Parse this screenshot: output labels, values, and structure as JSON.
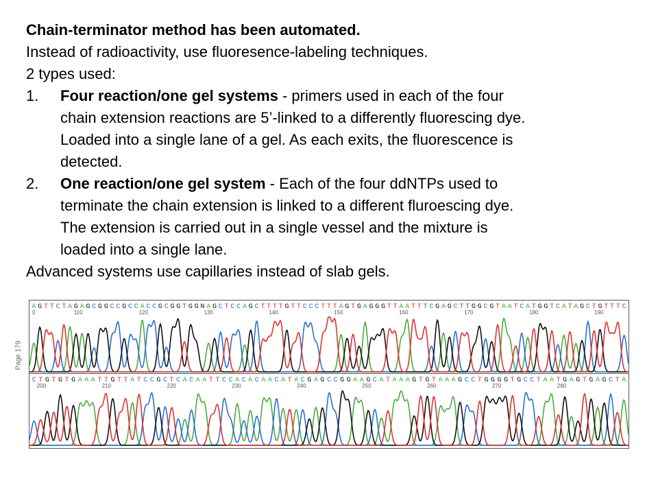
{
  "slide": {
    "heading": "Chain-terminator method has been automated.",
    "line1": "Instead of radioactivity, use fluoresence-labeling techniques.",
    "line2": "2 types used:",
    "items": [
      {
        "num": "1.",
        "title": "Four reaction/one gel systems",
        "lines": [
          " - primers used in each of the four",
          "chain extension reactions are 5’-linked to a differently fluorescing dye.",
          "Loaded into a single lane of a gel.  As each exits, the fluorescence is",
          "detected."
        ]
      },
      {
        "num": "2.",
        "title": "One reaction/one gel system",
        "lines": [
          " - Each of the four ddNTPs used to",
          "terminate the chain extension is linked to a different fluroescing dye.",
          "The extension is carried out in a single vessel and the mixture is",
          "loaded into a single lane."
        ]
      }
    ],
    "closing": "Advanced systems use capillaries instead of slab gels."
  },
  "side_label": "Page 179",
  "colors": {
    "A": "#4caa3c",
    "C": "#2a6fd1",
    "G": "#111111",
    "T": "#e03030"
  },
  "chromatogram": [
    {
      "sequence": "AGTTCTAGAGCGGCCGCCACCGCGGTGGNAGCTCCAGCTTTTGTTCCCTTTAGTGAGGGTTAATTTCGAGCTTGGCGTAATCATGGTCATAGCTGTTTC",
      "positions": [
        "110",
        "120",
        "130",
        "140",
        "150",
        "160",
        "170",
        "180",
        "190"
      ],
      "leading_label": "0"
    },
    {
      "sequence": "CTGTGTGAAATTGTTATCCGCTCACAATTCCACACAACATACGAGCCGGAAGCATAAAGTGTAAAGCCTGGGGTGCCTAATGAGTGAGCTA",
      "positions": [
        "200",
        "210",
        "220",
        "230",
        "240",
        "250",
        "260",
        "270",
        "280"
      ],
      "leading_label": ""
    }
  ]
}
